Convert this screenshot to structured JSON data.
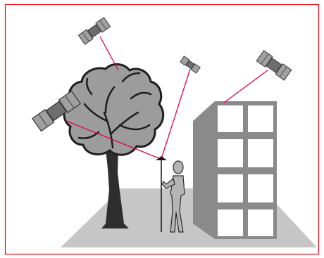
{
  "diagram": {
    "colors": {
      "frame": "#e30613",
      "signal_line": "#e0004d",
      "ground": "#c8c8c8",
      "building_front": "#ffffff",
      "building_side": "#8c8c8c",
      "tree_canopy": "#9e9e9e",
      "tree_trunk": "#3a3a3a",
      "person": "#b5b5b5",
      "satellite_body": "#6e6e6e",
      "satellite_panel": "#a0a0a0"
    },
    "icons": [
      "satellite-icon",
      "tree-icon",
      "building-icon",
      "person-icon",
      "antenna-icon"
    ],
    "satellites": [
      "satellite-upper-left",
      "satellite-left",
      "satellite-top-center",
      "satellite-right"
    ]
  }
}
